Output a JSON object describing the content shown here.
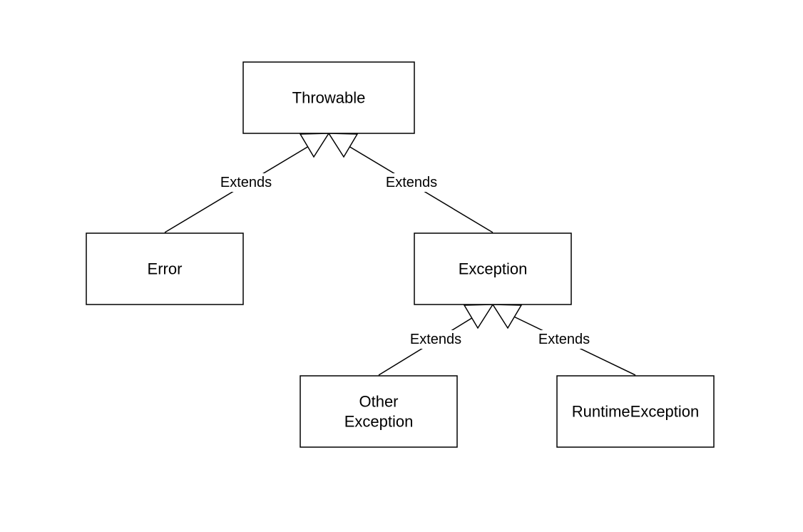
{
  "diagram": {
    "nodes": {
      "throwable": {
        "lines": [
          "Throwable"
        ]
      },
      "error": {
        "lines": [
          "Error"
        ]
      },
      "exception": {
        "lines": [
          "Exception"
        ]
      },
      "other_exception": {
        "lines": [
          "Other",
          "Exception"
        ]
      },
      "runtime_exception": {
        "lines": [
          "RuntimeException"
        ]
      }
    },
    "edges": {
      "error_to_throwable": {
        "from": "Error",
        "to": "Throwable",
        "label": "Extends"
      },
      "exception_to_throwable": {
        "from": "Exception",
        "to": "Throwable",
        "label": "Extends"
      },
      "other_to_exception": {
        "from": "Other Exception",
        "to": "Exception",
        "label": "Extends"
      },
      "runtime_to_exception": {
        "from": "RuntimeException",
        "to": "Exception",
        "label": "Extends"
      }
    },
    "arrowhead_style": "hollow-triangle"
  }
}
